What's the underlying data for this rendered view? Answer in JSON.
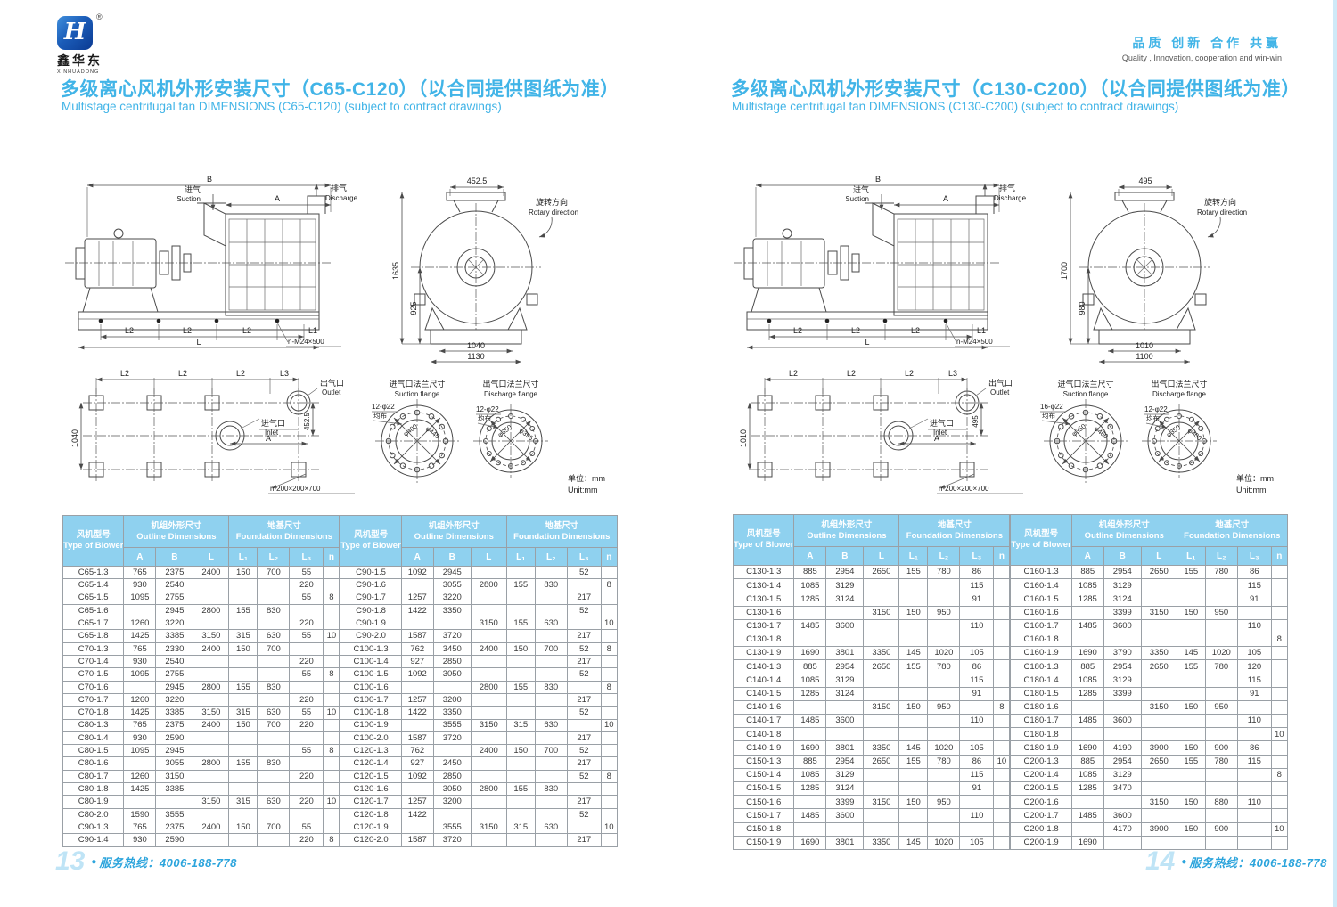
{
  "brand": {
    "logo_letter": "H",
    "logo_reg": "®",
    "logo_cn": "鑫华东",
    "logo_en": "XINHUADONG",
    "slogan_zh": "品质 创新 合作 共赢",
    "slogan_en": "Quality , Innovation, cooperation and win-win"
  },
  "pages": [
    {
      "title_zh": "多级离心风机外形安装尺寸（C65-C120）（以合同提供图纸为准）",
      "title_en": "Multistage centrifugal fan DIMENSIONS (C65-C120) (subject to contract drawings)",
      "footer": {
        "page_no": "13",
        "dot": "●",
        "hotline": "服务热线：4006-188-778"
      },
      "drawings": {
        "dim_B": "B",
        "dim_A": "A",
        "dim_L": "L",
        "dim_L1": "L1",
        "dim_L2": "L2",
        "dim_L3": "L3",
        "suction_zh": "进气",
        "suction_en": "Suction",
        "discharge_zh": "排气",
        "discharge_en": "Discharge",
        "rotary_zh": "旋转方向",
        "rotary_en": "Rotary direction",
        "bolt_note": "n-M24×500",
        "pad_note": "n-200×200×700",
        "end_top": "452.5",
        "end_height": "1635",
        "end_inner": "925",
        "end_base1": "1040",
        "end_base2": "1130",
        "plan_vert": "1040",
        "plan_right": "452.5",
        "inlet_zh": "进气口",
        "inlet_en": "Inlet",
        "outlet_zh": "出气口",
        "outlet_en": "Outlet",
        "sf_zh": "进气口法兰尺寸",
        "sf_en": "Suction flange",
        "sf_note": "12-φ22",
        "sf_even": "均布",
        "sf_d1": "φ400",
        "sf_d2": "φ445",
        "df_zh": "出气口法兰尺寸",
        "df_en": "Discharge flange",
        "df_note": "12-φ22",
        "df_even": "均布",
        "df_d1": "φ350",
        "df_d2": "φ395",
        "unit_zh": "单位：mm",
        "unit_en": "Unit:mm"
      },
      "table": {
        "header": {
          "type_zh": "风机型号",
          "type_en": "Type of Blower",
          "g1_zh": "机组外形尺寸",
          "g1_en": "Outline Dimensions",
          "g2_zh": "地基尺寸",
          "g2_en": "Foundation Dimensions",
          "cols": [
            "A",
            "B",
            "L",
            "L₁",
            "L₂",
            "L₃",
            "n"
          ]
        },
        "left_rows": [
          [
            "C65-1.3",
            "765",
            "2375",
            "2400",
            "150",
            "700",
            "55",
            ""
          ],
          [
            "C65-1.4",
            "930",
            "2540",
            "",
            "",
            "",
            "220",
            ""
          ],
          [
            "C65-1.5",
            "1095",
            "2755",
            "",
            "",
            "",
            "55",
            "8"
          ],
          [
            "C65-1.6",
            "",
            "2945",
            "2800",
            "155",
            "830",
            "",
            ""
          ],
          [
            "C65-1.7",
            "1260",
            "3220",
            "",
            "",
            "",
            "220",
            ""
          ],
          [
            "C65-1.8",
            "1425",
            "3385",
            "3150",
            "315",
            "630",
            "55",
            "10"
          ],
          [
            "C70-1.3",
            "765",
            "2330",
            "2400",
            "150",
            "700",
            "",
            ""
          ],
          [
            "C70-1.4",
            "930",
            "2540",
            "",
            "",
            "",
            "220",
            ""
          ],
          [
            "C70-1.5",
            "1095",
            "2755",
            "",
            "",
            "",
            "55",
            "8"
          ],
          [
            "C70-1.6",
            "",
            "2945",
            "2800",
            "155",
            "830",
            "",
            ""
          ],
          [
            "C70-1.7",
            "1260",
            "3220",
            "",
            "",
            "",
            "220",
            ""
          ],
          [
            "C70-1.8",
            "1425",
            "3385",
            "3150",
            "315",
            "630",
            "55",
            "10"
          ],
          [
            "C80-1.3",
            "765",
            "2375",
            "2400",
            "150",
            "700",
            "220",
            ""
          ],
          [
            "C80-1.4",
            "930",
            "2590",
            "",
            "",
            "",
            "",
            ""
          ],
          [
            "C80-1.5",
            "1095",
            "2945",
            "",
            "",
            "",
            "55",
            "8"
          ],
          [
            "C80-1.6",
            "",
            "3055",
            "2800",
            "155",
            "830",
            "",
            ""
          ],
          [
            "C80-1.7",
            "1260",
            "3150",
            "",
            "",
            "",
            "220",
            ""
          ],
          [
            "C80-1.8",
            "1425",
            "3385",
            "",
            "",
            "",
            "",
            ""
          ],
          [
            "C80-1.9",
            "",
            "",
            "3150",
            "315",
            "630",
            "220",
            "10"
          ],
          [
            "C80-2.0",
            "1590",
            "3555",
            "",
            "",
            "",
            "",
            ""
          ],
          [
            "C90-1.3",
            "765",
            "2375",
            "2400",
            "150",
            "700",
            "55",
            ""
          ],
          [
            "C90-1.4",
            "930",
            "2590",
            "",
            "",
            "",
            "220",
            "8"
          ]
        ],
        "right_rows": [
          [
            "C90-1.5",
            "1092",
            "2945",
            "",
            "",
            "",
            "52",
            ""
          ],
          [
            "C90-1.6",
            "",
            "3055",
            "2800",
            "155",
            "830",
            "",
            "8"
          ],
          [
            "C90-1.7",
            "1257",
            "3220",
            "",
            "",
            "",
            "217",
            ""
          ],
          [
            "C90-1.8",
            "1422",
            "3350",
            "",
            "",
            "",
            "52",
            ""
          ],
          [
            "C90-1.9",
            "",
            "",
            "3150",
            "155",
            "630",
            "",
            "10"
          ],
          [
            "C90-2.0",
            "1587",
            "3720",
            "",
            "",
            "",
            "217",
            ""
          ],
          [
            "C100-1.3",
            "762",
            "3450",
            "2400",
            "150",
            "700",
            "52",
            "8"
          ],
          [
            "C100-1.4",
            "927",
            "2850",
            "",
            "",
            "",
            "217",
            ""
          ],
          [
            "C100-1.5",
            "1092",
            "3050",
            "",
            "",
            "",
            "52",
            ""
          ],
          [
            "C100-1.6",
            "",
            "",
            "2800",
            "155",
            "830",
            "",
            "8"
          ],
          [
            "C100-1.7",
            "1257",
            "3200",
            "",
            "",
            "",
            "217",
            ""
          ],
          [
            "C100-1.8",
            "1422",
            "3350",
            "",
            "",
            "",
            "52",
            ""
          ],
          [
            "C100-1.9",
            "",
            "3555",
            "3150",
            "315",
            "630",
            "",
            "10"
          ],
          [
            "C100-2.0",
            "1587",
            "3720",
            "",
            "",
            "",
            "217",
            ""
          ],
          [
            "C120-1.3",
            "762",
            "",
            "2400",
            "150",
            "700",
            "52",
            ""
          ],
          [
            "C120-1.4",
            "927",
            "2450",
            "",
            "",
            "",
            "217",
            ""
          ],
          [
            "C120-1.5",
            "1092",
            "2850",
            "",
            "",
            "",
            "52",
            "8"
          ],
          [
            "C120-1.6",
            "",
            "3050",
            "2800",
            "155",
            "830",
            "",
            ""
          ],
          [
            "C120-1.7",
            "1257",
            "3200",
            "",
            "",
            "",
            "217",
            ""
          ],
          [
            "C120-1.8",
            "1422",
            "",
            "",
            "",
            "",
            "52",
            ""
          ],
          [
            "C120-1.9",
            "",
            "3555",
            "3150",
            "315",
            "630",
            "",
            "10"
          ],
          [
            "C120-2.0",
            "1587",
            "3720",
            "",
            "",
            "",
            "217",
            ""
          ]
        ]
      }
    },
    {
      "title_zh": "多级离心风机外形安装尺寸（C130-C200）（以合同提供图纸为准）",
      "title_en": "Multistage centrifugal fan DIMENSIONS (C130-C200) (subject to contract drawings)",
      "footer": {
        "page_no": "14",
        "dot": "●",
        "hotline": "服务热线：4006-188-778"
      },
      "drawings": {
        "dim_B": "B",
        "dim_A": "A",
        "dim_L": "L",
        "dim_L1": "L1",
        "dim_L2": "L2",
        "dim_L3": "L3",
        "suction_zh": "进气",
        "suction_en": "Suction",
        "discharge_zh": "排气",
        "discharge_en": "Discharge",
        "rotary_zh": "旋转方向",
        "rotary_en": "Rotary direction",
        "bolt_note": "n-M24×500",
        "pad_note": "n-200×200×700",
        "end_top": "495",
        "end_height": "1700",
        "end_inner": "980",
        "end_base1": "1010",
        "end_base2": "1100",
        "plan_vert": "1010",
        "plan_right": "495",
        "inlet_zh": "进气口",
        "inlet_en": "Inlet",
        "outlet_zh": "出气口",
        "outlet_en": "Outlet",
        "sf_zh": "进气口法兰尺寸",
        "sf_en": "Suction flange",
        "sf_note": "16-φ22",
        "sf_even": "均布",
        "sf_d1": "φ350",
        "sf_d2": "φ460",
        "df_zh": "出气口法兰尺寸",
        "df_en": "Discharge flange",
        "df_note": "12-φ22",
        "df_even": "均布",
        "df_d1": "φ350",
        "df_d2": "φ400",
        "unit_zh": "单位：mm",
        "unit_en": "Unit:mm"
      },
      "table": {
        "header": {
          "type_zh": "风机型号",
          "type_en": "Type of Blower",
          "g1_zh": "机组外形尺寸",
          "g1_en": "Outline Dimensions",
          "g2_zh": "地基尺寸",
          "g2_en": "Foundation Dimensions",
          "cols": [
            "A",
            "B",
            "L",
            "L₁",
            "L₂",
            "L₃",
            "n"
          ]
        },
        "left_rows": [
          [
            "C130-1.3",
            "885",
            "2954",
            "2650",
            "155",
            "780",
            "86",
            ""
          ],
          [
            "C130-1.4",
            "1085",
            "3129",
            "",
            "",
            "",
            "115",
            ""
          ],
          [
            "C130-1.5",
            "1285",
            "3124",
            "",
            "",
            "",
            "91",
            ""
          ],
          [
            "C130-1.6",
            "",
            "",
            "3150",
            "150",
            "950",
            "",
            ""
          ],
          [
            "C130-1.7",
            "1485",
            "3600",
            "",
            "",
            "",
            "110",
            ""
          ],
          [
            "C130-1.8",
            "",
            "",
            "",
            "",
            "",
            "",
            ""
          ],
          [
            "C130-1.9",
            "1690",
            "3801",
            "3350",
            "145",
            "1020",
            "105",
            ""
          ],
          [
            "C140-1.3",
            "885",
            "2954",
            "2650",
            "155",
            "780",
            "86",
            ""
          ],
          [
            "C140-1.4",
            "1085",
            "3129",
            "",
            "",
            "",
            "115",
            ""
          ],
          [
            "C140-1.5",
            "1285",
            "3124",
            "",
            "",
            "",
            "91",
            ""
          ],
          [
            "C140-1.6",
            "",
            "",
            "3150",
            "150",
            "950",
            "",
            "8"
          ],
          [
            "C140-1.7",
            "1485",
            "3600",
            "",
            "",
            "",
            "110",
            ""
          ],
          [
            "C140-1.8",
            "",
            "",
            "",
            "",
            "",
            "",
            ""
          ],
          [
            "C140-1.9",
            "1690",
            "3801",
            "3350",
            "145",
            "1020",
            "105",
            ""
          ],
          [
            "C150-1.3",
            "885",
            "2954",
            "2650",
            "155",
            "780",
            "86",
            "10"
          ],
          [
            "C150-1.4",
            "1085",
            "3129",
            "",
            "",
            "",
            "115",
            ""
          ],
          [
            "C150-1.5",
            "1285",
            "3124",
            "",
            "",
            "",
            "91",
            ""
          ],
          [
            "C150-1.6",
            "",
            "3399",
            "3150",
            "150",
            "950",
            "",
            ""
          ],
          [
            "C150-1.7",
            "1485",
            "3600",
            "",
            "",
            "",
            "110",
            ""
          ],
          [
            "C150-1.8",
            "",
            "",
            "",
            "",
            "",
            "",
            ""
          ],
          [
            "C150-1.9",
            "1690",
            "3801",
            "3350",
            "145",
            "1020",
            "105",
            ""
          ]
        ],
        "right_rows": [
          [
            "C160-1.3",
            "885",
            "2954",
            "2650",
            "155",
            "780",
            "86",
            ""
          ],
          [
            "C160-1.4",
            "1085",
            "3129",
            "",
            "",
            "",
            "115",
            ""
          ],
          [
            "C160-1.5",
            "1285",
            "3124",
            "",
            "",
            "",
            "91",
            ""
          ],
          [
            "C160-1.6",
            "",
            "3399",
            "3150",
            "150",
            "950",
            "",
            ""
          ],
          [
            "C160-1.7",
            "1485",
            "3600",
            "",
            "",
            "",
            "110",
            ""
          ],
          [
            "C160-1.8",
            "",
            "",
            "",
            "",
            "",
            "",
            "8"
          ],
          [
            "C160-1.9",
            "1690",
            "3790",
            "3350",
            "145",
            "1020",
            "105",
            ""
          ],
          [
            "C180-1.3",
            "885",
            "2954",
            "2650",
            "155",
            "780",
            "120",
            ""
          ],
          [
            "C180-1.4",
            "1085",
            "3129",
            "",
            "",
            "",
            "115",
            ""
          ],
          [
            "C180-1.5",
            "1285",
            "3399",
            "",
            "",
            "",
            "91",
            ""
          ],
          [
            "C180-1.6",
            "",
            "",
            "3150",
            "150",
            "950",
            "",
            ""
          ],
          [
            "C180-1.7",
            "1485",
            "3600",
            "",
            "",
            "",
            "110",
            ""
          ],
          [
            "C180-1.8",
            "",
            "",
            "",
            "",
            "",
            "",
            "10"
          ],
          [
            "C180-1.9",
            "1690",
            "4190",
            "3900",
            "150",
            "900",
            "86",
            ""
          ],
          [
            "C200-1.3",
            "885",
            "2954",
            "2650",
            "155",
            "780",
            "115",
            ""
          ],
          [
            "C200-1.4",
            "1085",
            "3129",
            "",
            "",
            "",
            "",
            "8"
          ],
          [
            "C200-1.5",
            "1285",
            "3470",
            "",
            "",
            "",
            "",
            ""
          ],
          [
            "C200-1.6",
            "",
            "",
            "3150",
            "150",
            "880",
            "110",
            ""
          ],
          [
            "C200-1.7",
            "1485",
            "3600",
            "",
            "",
            "",
            "",
            ""
          ],
          [
            "C200-1.8",
            "",
            "4170",
            "3900",
            "150",
            "900",
            "",
            "10"
          ],
          [
            "C200-1.9",
            "1690",
            "",
            "",
            "",
            "",
            "",
            ""
          ]
        ]
      }
    }
  ]
}
